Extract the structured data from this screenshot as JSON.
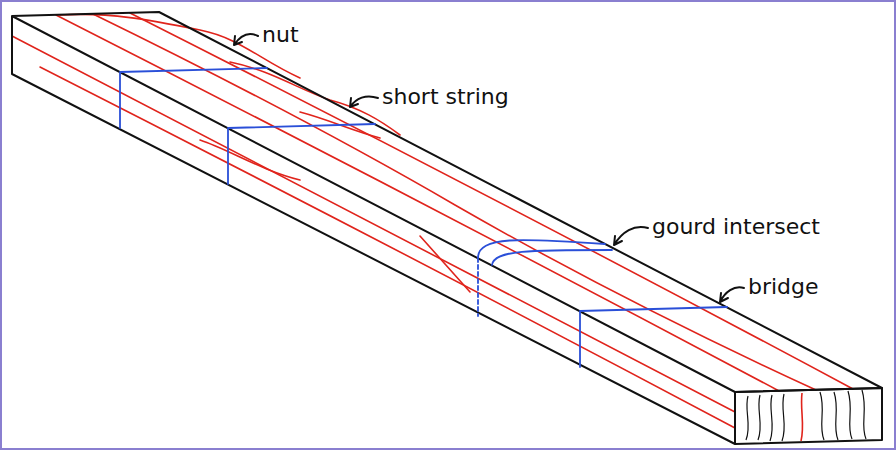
{
  "diagram": {
    "labels": [
      "nut",
      "short string",
      "gourd intersect",
      "bridge"
    ]
  }
}
